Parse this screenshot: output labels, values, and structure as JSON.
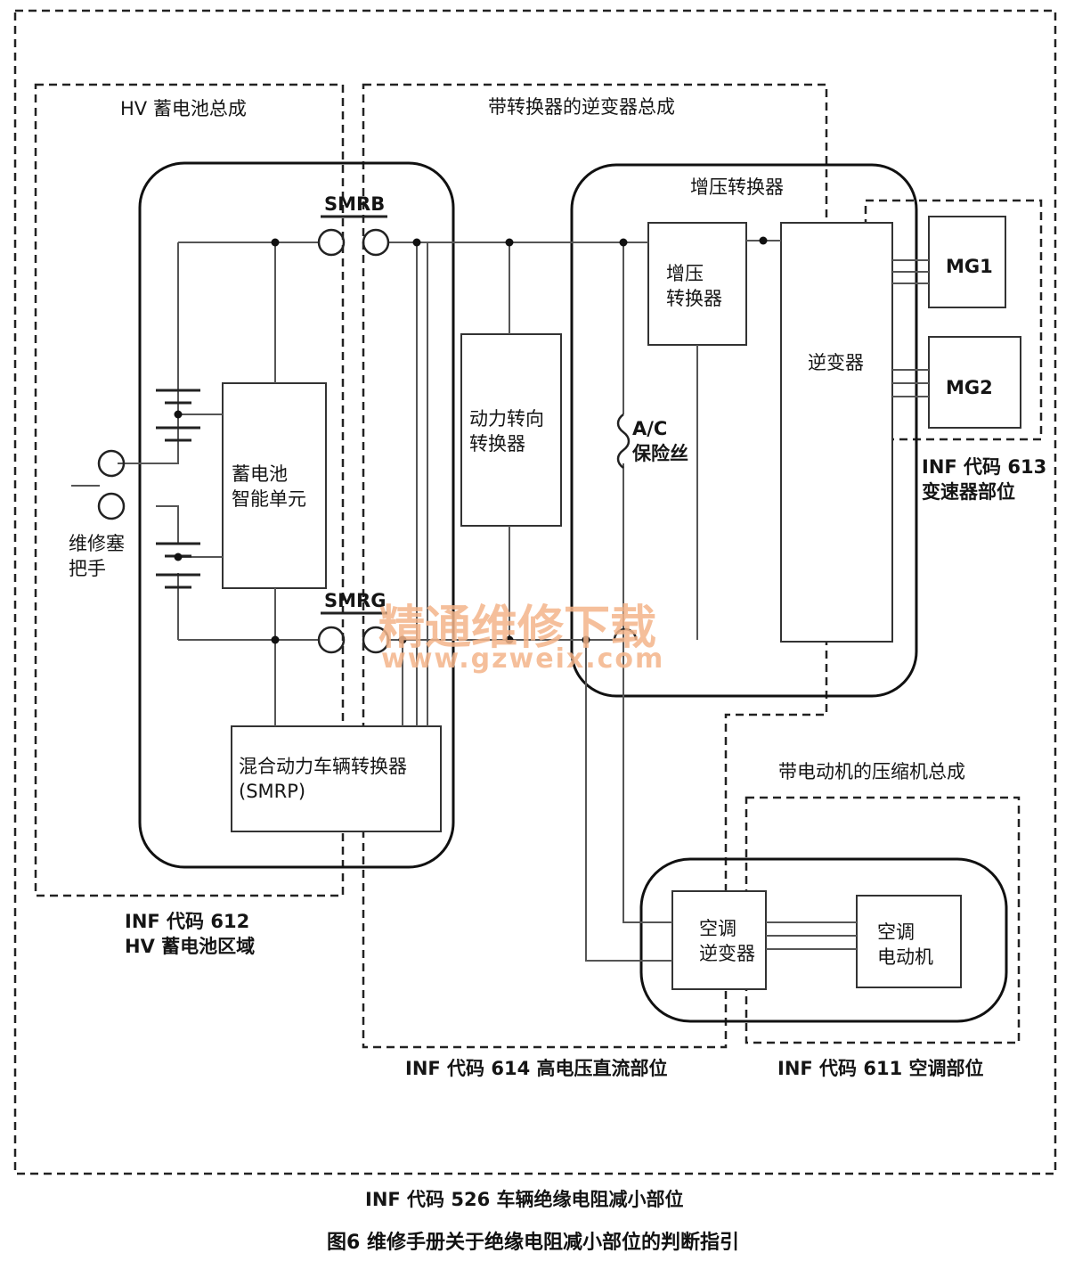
{
  "regions": {
    "hv_battery_assembly": "HV 蓄电池总成",
    "inverter_with_converter_assembly": "带转换器的逆变器总成",
    "compressor_with_motor_assembly": "带电动机的压缩机总成"
  },
  "components": {
    "boost_converter_group": "增压转换器",
    "boost_converter": "增压\n转换器",
    "inverter": "逆变器",
    "mg1": "MG1",
    "mg2": "MG2",
    "battery_smart_unit": "蓄电池\n智能单元",
    "power_steering_converter": "动力转向\n转换器",
    "ac_fuse": "A/C\n保险丝",
    "hybrid_vehicle_converter": "混合动力车辆转换器\n(SMRP)",
    "ac_inverter": "空调\n逆变器",
    "ac_motor": "空调\n电动机",
    "service_plug": "维修塞\n把手",
    "smrb": "SMRB",
    "smrg": "SMRG"
  },
  "inf_codes": {
    "code_613": "INF 代码 613\n变速器部位",
    "code_612": "INF 代码 612\nHV 蓄电池区域",
    "code_614": "INF 代码 614 高电压直流部位",
    "code_611": "INF 代码 611 空调部位",
    "code_526": "INF 代码 526 车辆绝缘电阻减小部位"
  },
  "watermark": {
    "title": "精通维修下载",
    "url": "www.gzweix.com"
  },
  "caption": "图6  维修手册关于绝缘电阻减小部位的判断指引"
}
